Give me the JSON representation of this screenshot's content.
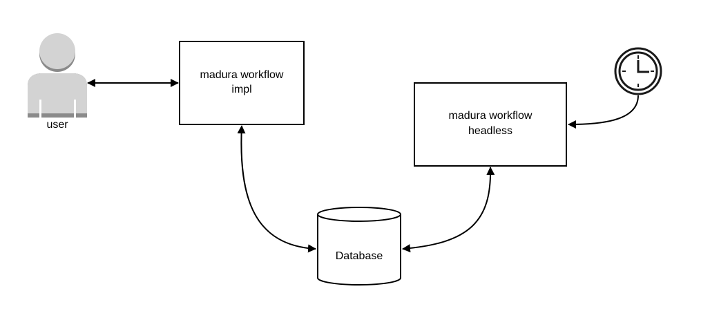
{
  "nodes": {
    "user": {
      "label": "user"
    },
    "impl": {
      "line1": "madura workflow",
      "line2": "impl"
    },
    "headless": {
      "line1": "madura workflow",
      "line2": "headless"
    },
    "database": {
      "label": "Database"
    }
  },
  "icons": {
    "user": "user-icon",
    "clock": "clock-icon"
  },
  "colors": {
    "stroke": "#000000",
    "user_fill": "#d3d3d3",
    "user_shade": "#8a8a8a",
    "background": "#ffffff"
  }
}
